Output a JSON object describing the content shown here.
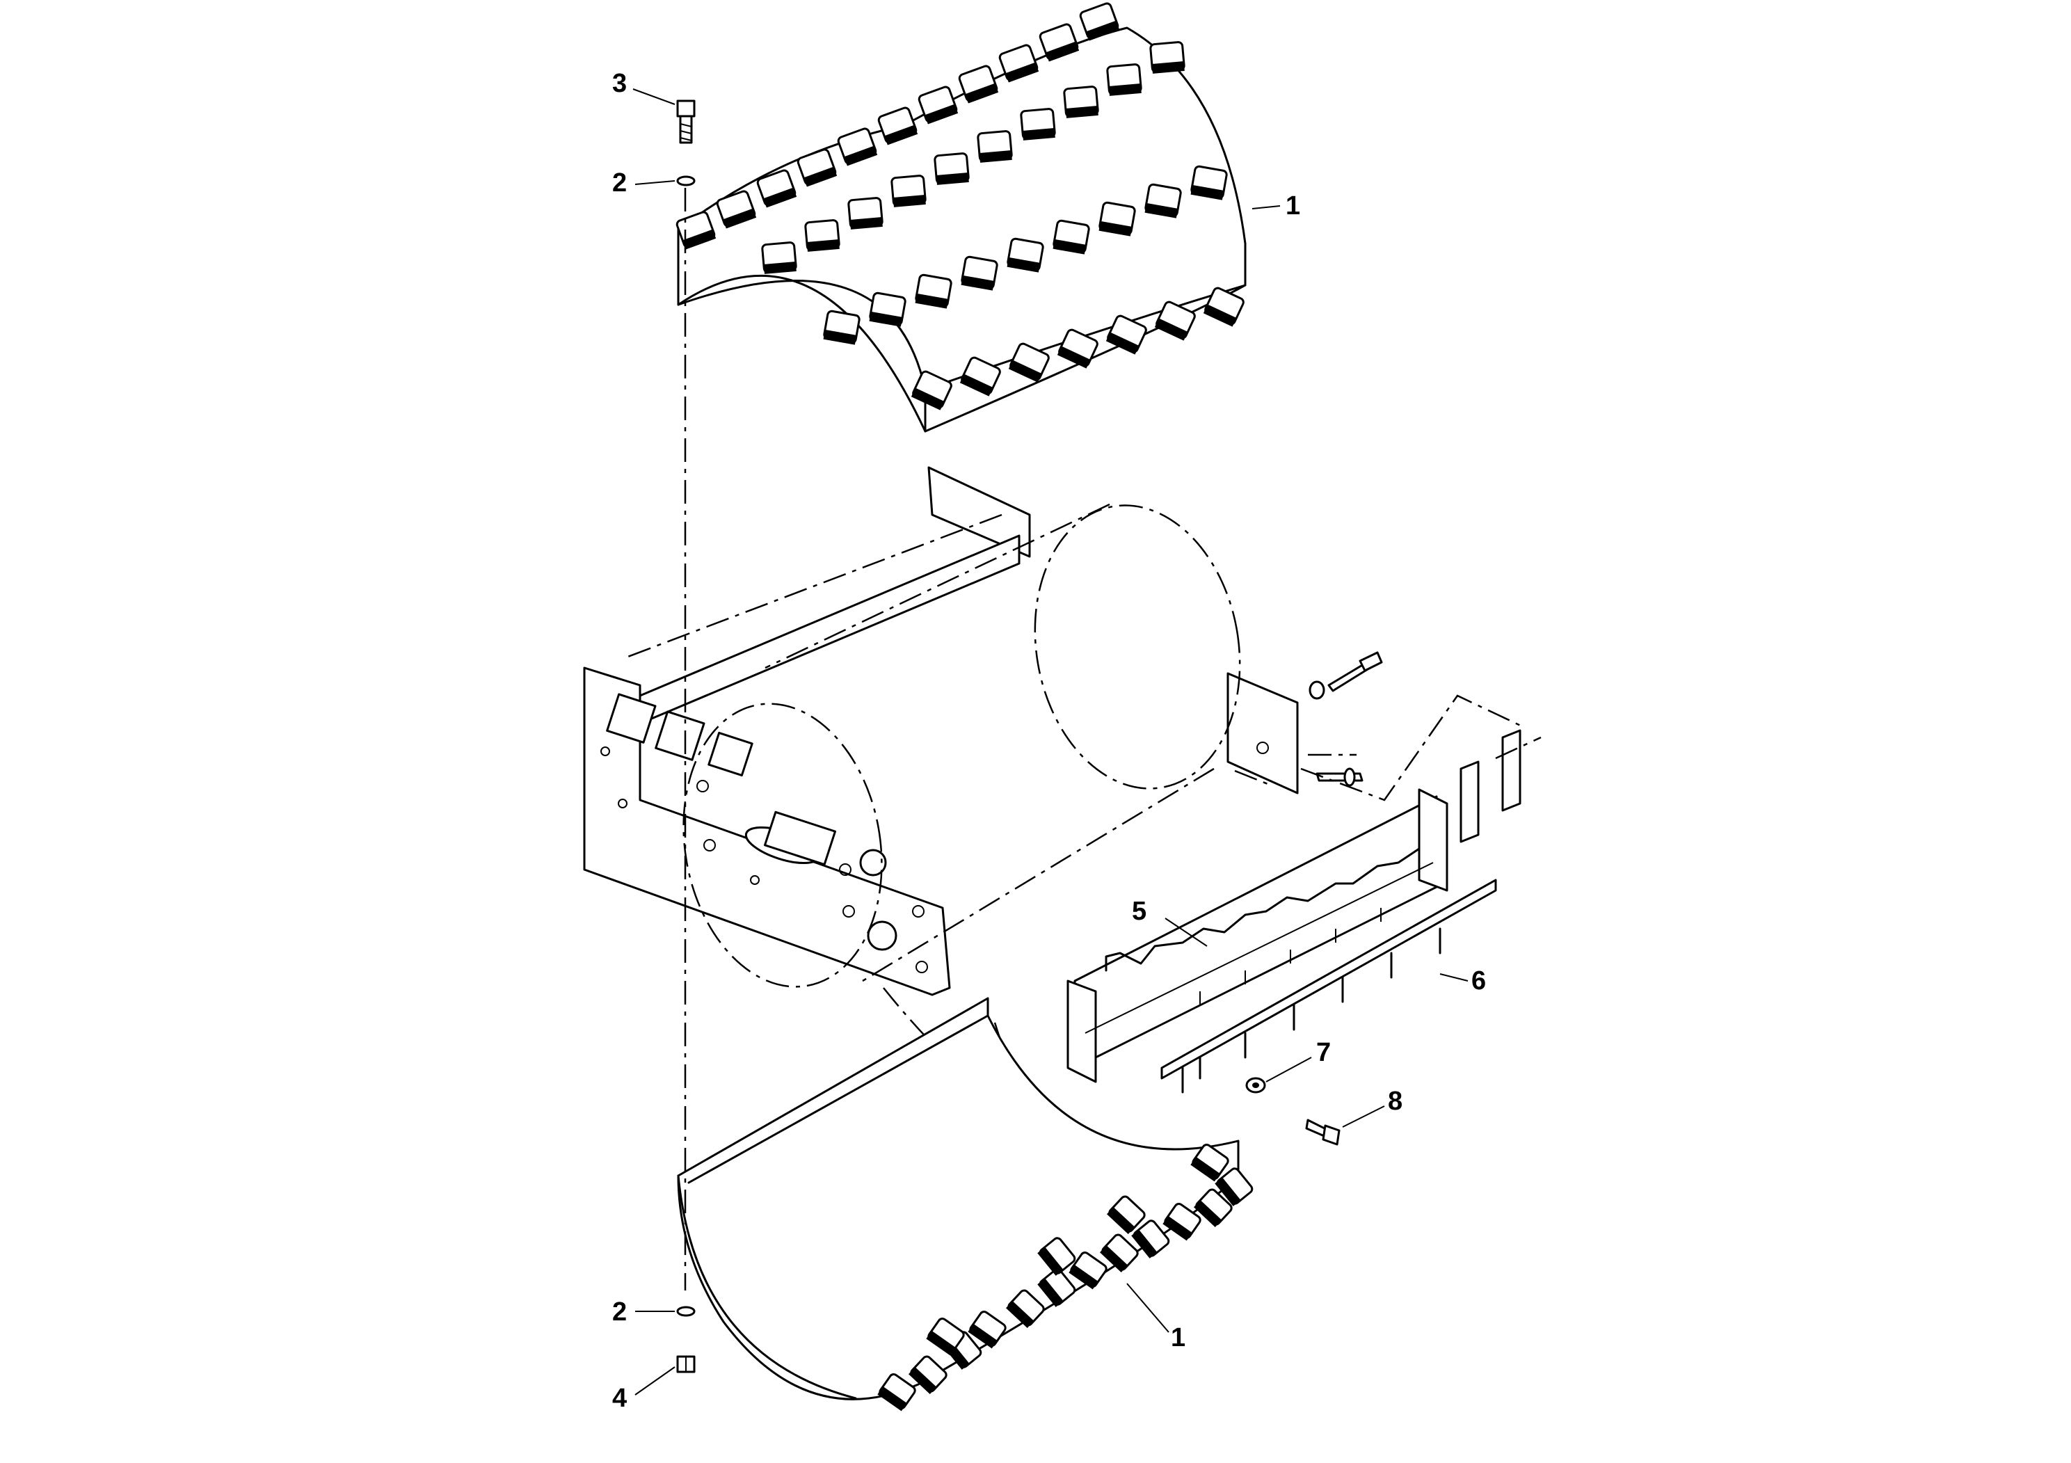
{
  "callouts": [
    {
      "id": "c3",
      "label": "3"
    },
    {
      "id": "c2top",
      "label": "2"
    },
    {
      "id": "c1top",
      "label": "1"
    },
    {
      "id": "c5",
      "label": "5"
    },
    {
      "id": "c6",
      "label": "6"
    },
    {
      "id": "c7",
      "label": "7"
    },
    {
      "id": "c8",
      "label": "8"
    },
    {
      "id": "c1bot",
      "label": "1"
    },
    {
      "id": "c2bot",
      "label": "2"
    },
    {
      "id": "c4",
      "label": "4"
    }
  ],
  "parts": [
    "padfoot-shell-upper",
    "padfoot-shell-lower",
    "washer",
    "bolt",
    "nut",
    "scraper-bracket",
    "scraper-blade",
    "scraper-washer",
    "scraper-bolt",
    "drum-frame",
    "smooth-drum"
  ]
}
